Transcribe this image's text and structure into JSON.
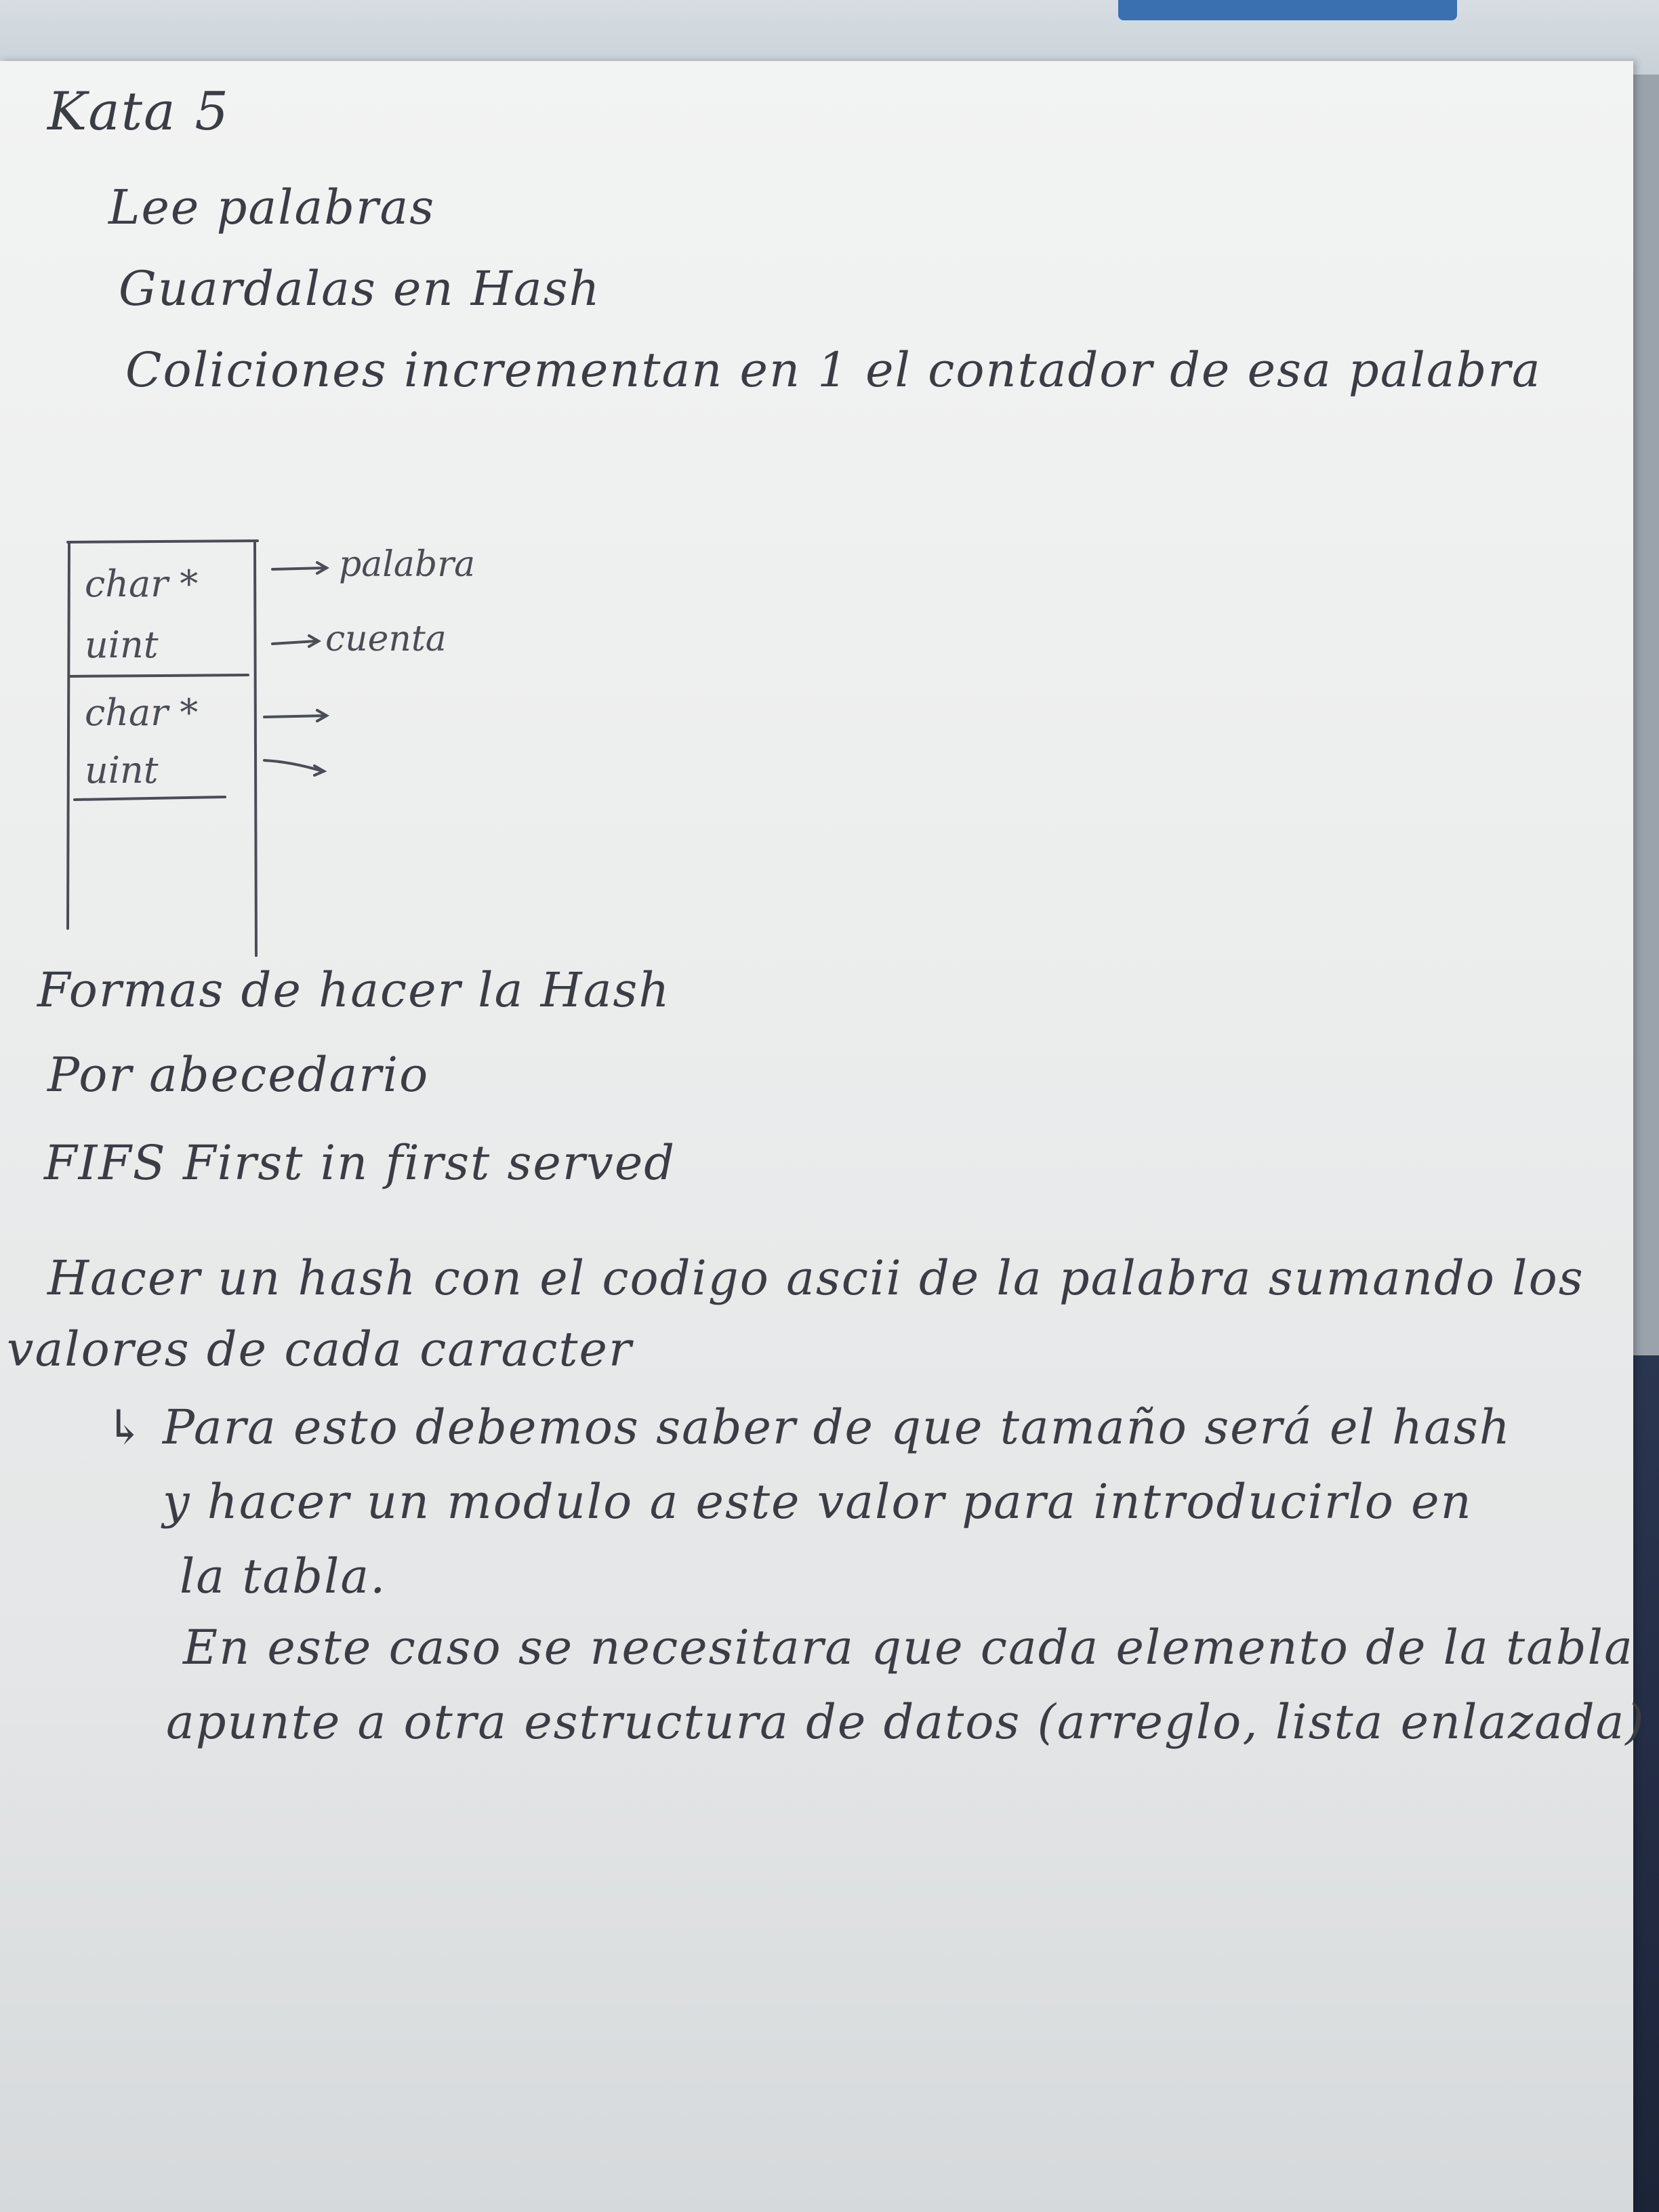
{
  "notes": {
    "title": "Kata 5",
    "line1": "Lee palabras",
    "line2": "Guardalas en Hash",
    "line3": "Coliciones incrementan en 1 el contador de esa palabra",
    "diagram": {
      "row1_type": "char *",
      "row1_label": "palabra",
      "row2_type": "uint",
      "row2_label": "cuenta",
      "row3_type": "char *",
      "row4_type": "uint"
    },
    "section_title": "Formas de hacer la Hash",
    "method1": "Por abecedario",
    "method2": "FIFS  First in first served",
    "para1_line1": "Hacer un hash con el codigo ascii de la palabra sumando los",
    "para1_line2": "valores de cada caracter",
    "para2_line1": "↳ Para esto debemos saber de que tamaño será el hash",
    "para2_line2": "y hacer un modulo a este valor para introducirlo en",
    "para2_line3": "la tabla.",
    "para3_line1": "En este caso se necesitara que cada elemento de la tabla",
    "para3_line2": "apunte a otra estructura de datos (arreglo, lista enlazada)"
  },
  "colors": {
    "ink": "#3a3d44",
    "paper": "#eceded"
  }
}
